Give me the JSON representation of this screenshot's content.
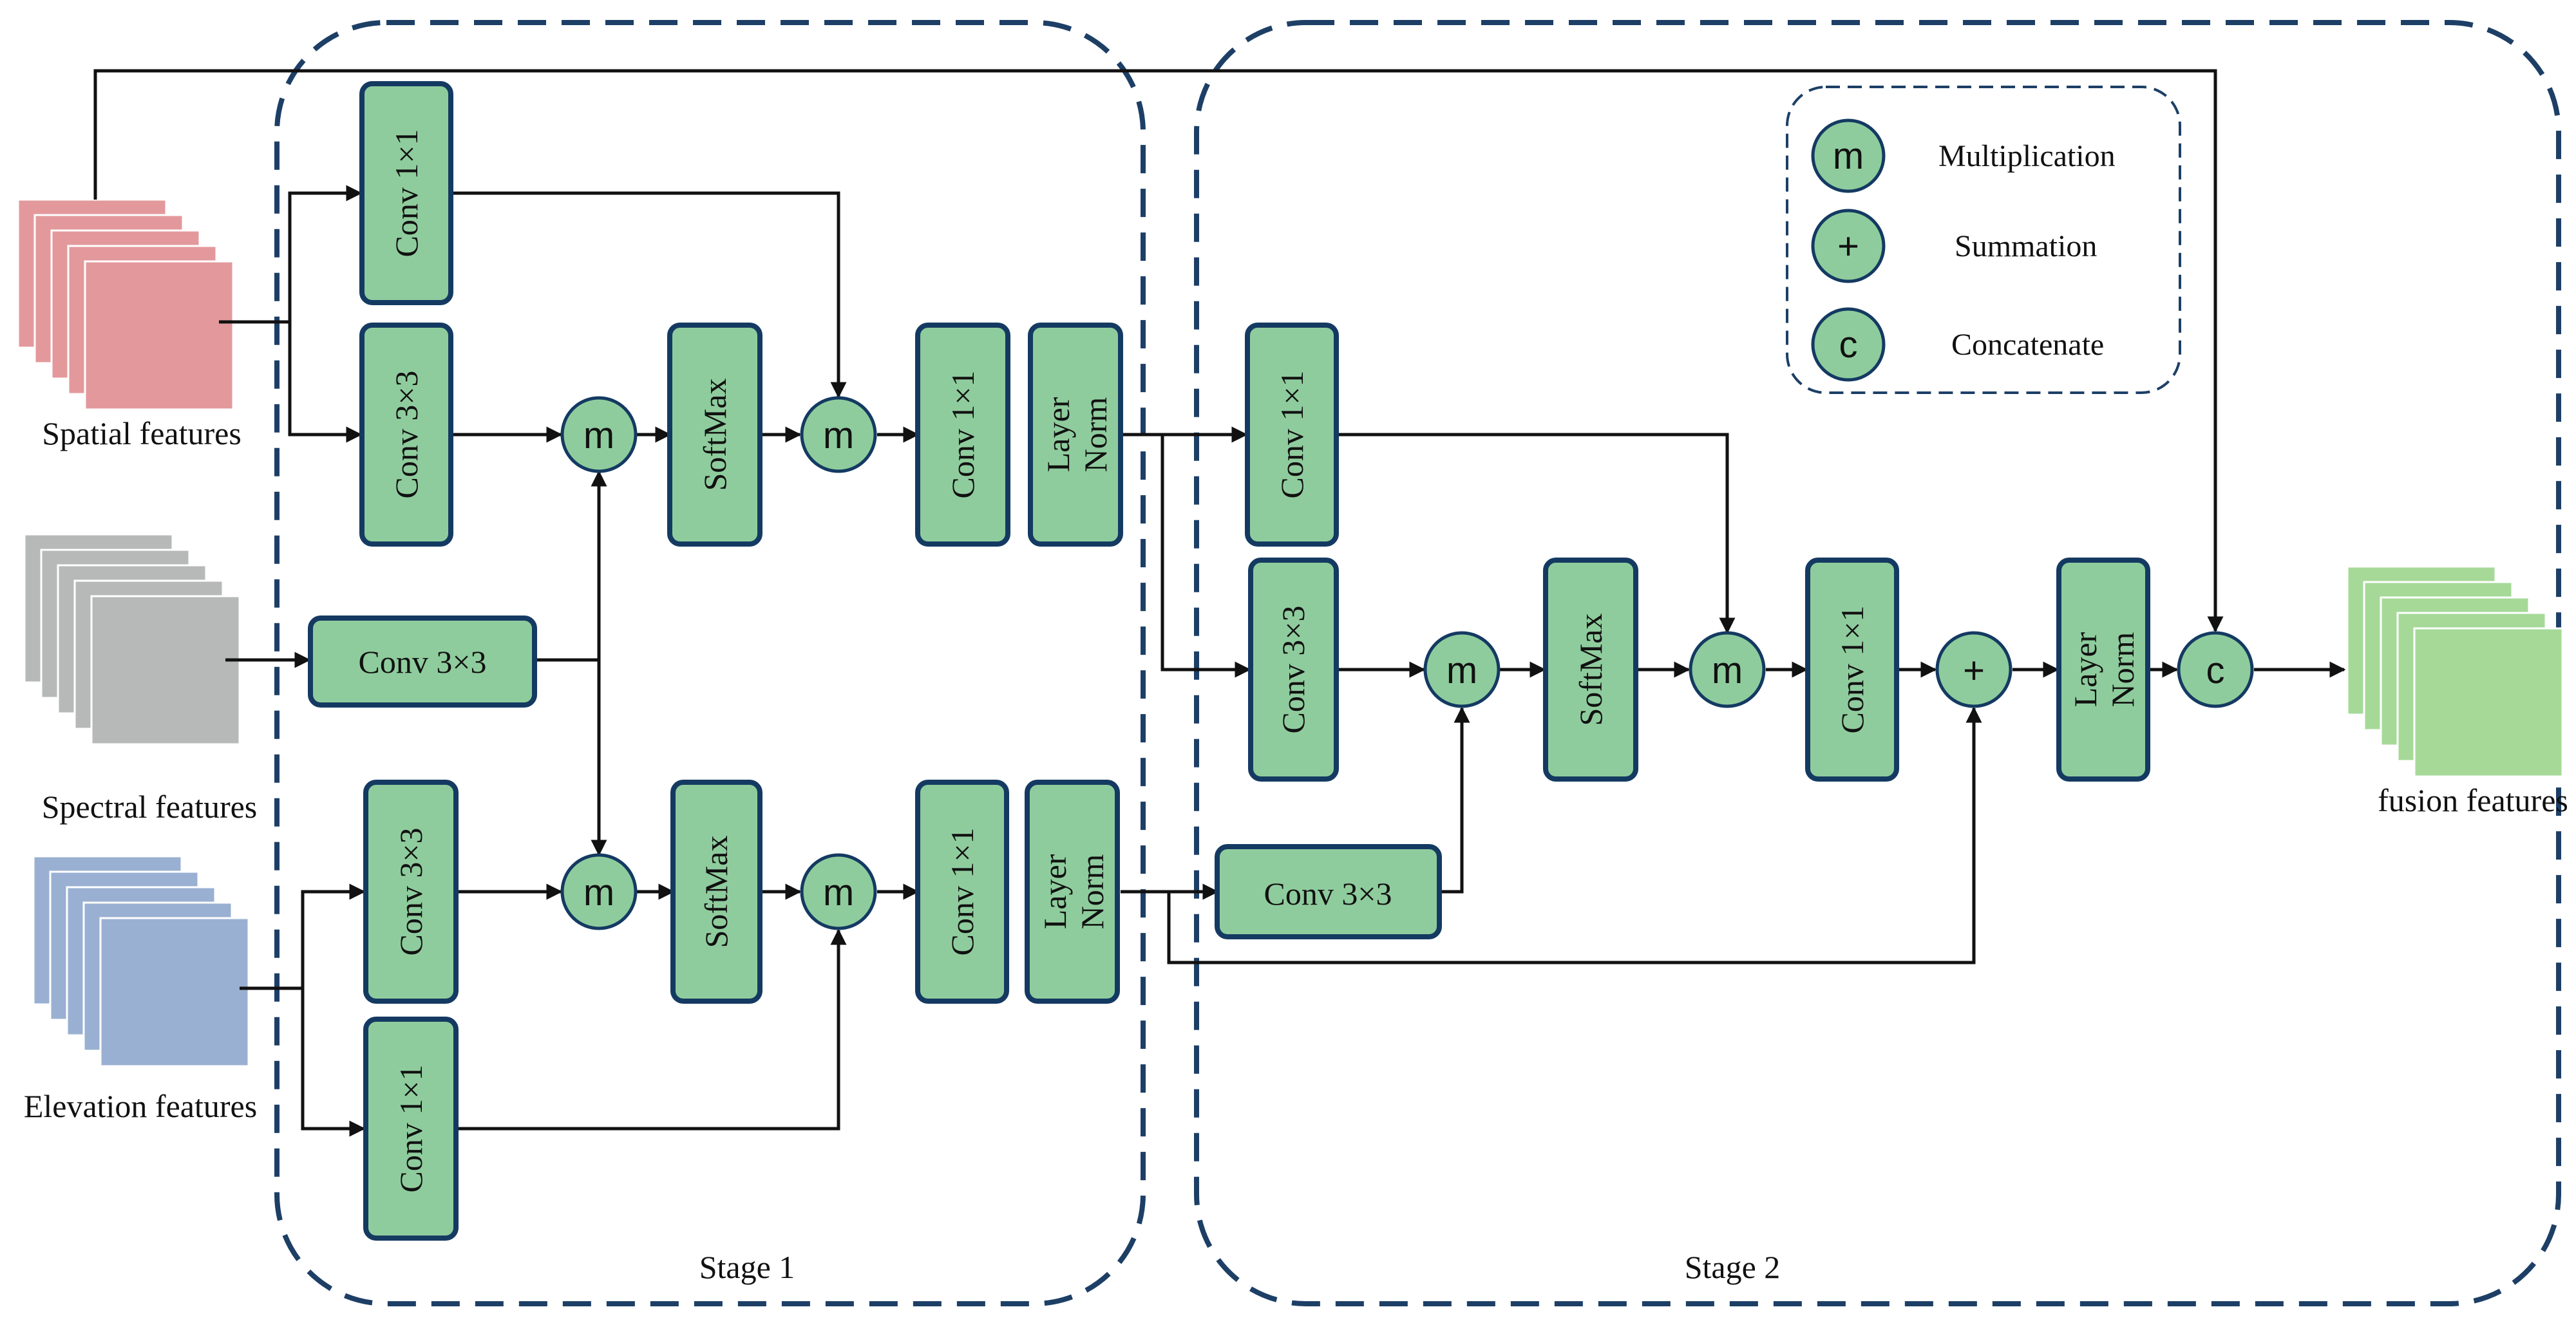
{
  "inputs": {
    "spatial": {
      "label": "Spatial features",
      "color": "#e3999c"
    },
    "spectral": {
      "label": "Spectral features",
      "color": "#b7b9b8"
    },
    "elevation": {
      "label": "Elevation features",
      "color": "#9ab0d2"
    }
  },
  "output": {
    "label": "fusion features",
    "color": "#a6d998"
  },
  "stages": {
    "stage1": "Stage 1",
    "stage2": "Stage 2"
  },
  "blocks": {
    "conv1x1": "Conv 1×1",
    "conv3x3": "Conv 3×3",
    "softmax": "SoftMax",
    "layer": "Layer",
    "norm": "Norm"
  },
  "ops": {
    "multiplication": "m",
    "summation": "+",
    "concatenate": "c"
  },
  "legend": {
    "multiplication": "Multiplication",
    "summation": "Summation",
    "concatenate": "Concatenate"
  },
  "colors": {
    "block_fill": "#8fcc9d",
    "block_stroke": "#143a62",
    "frame": "#1d3f66"
  }
}
